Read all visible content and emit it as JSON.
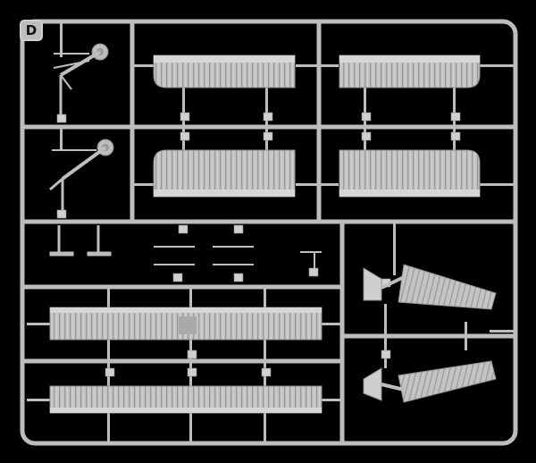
{
  "sprue": {
    "letter": "D",
    "colors": {
      "background": "#000000",
      "plastic": "#bdbdbd",
      "plastic_light": "#d8d8d8",
      "plastic_shadow": "#8e8e8e"
    },
    "icons": [
      "sprue-frame",
      "flap-part",
      "hinge-arm-part",
      "wing-strut-part"
    ]
  }
}
